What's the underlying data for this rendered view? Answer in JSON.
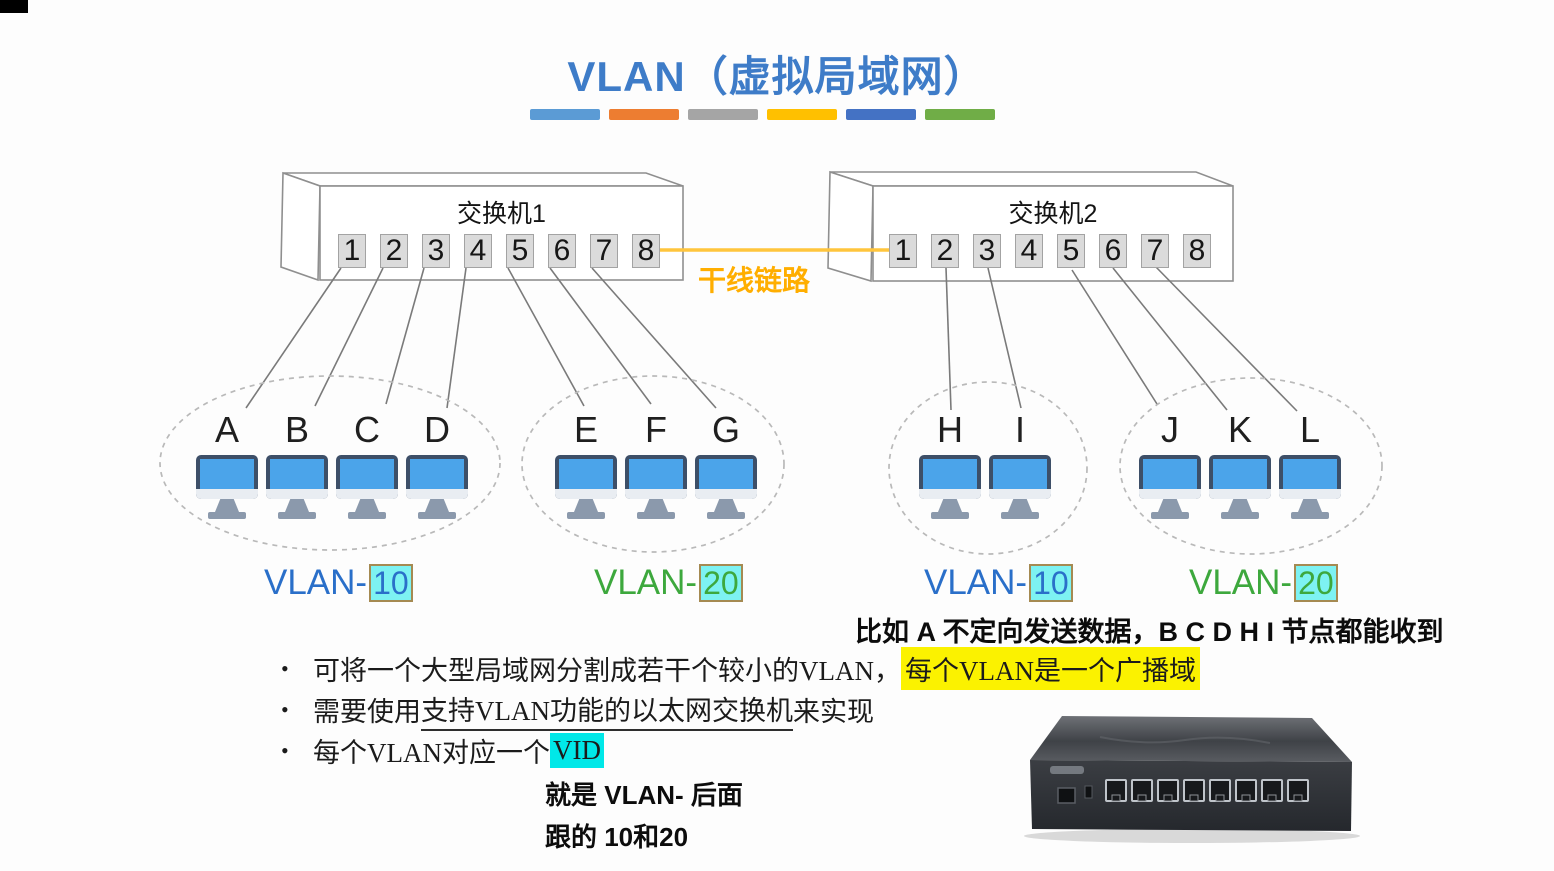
{
  "title": {
    "text": "VLAN（虚拟局域网）",
    "color": "#3E7CC8",
    "bars": [
      "#5B9BD5",
      "#ED7D31",
      "#A5A5A5",
      "#FFC000",
      "#4472C4",
      "#70AD47"
    ]
  },
  "switches": [
    {
      "name": "交换机1",
      "ports": [
        "1",
        "2",
        "3",
        "4",
        "5",
        "6",
        "7",
        "8"
      ]
    },
    {
      "name": "交换机2",
      "ports": [
        "1",
        "2",
        "3",
        "4",
        "5",
        "6",
        "7",
        "8"
      ]
    }
  ],
  "trunk": {
    "label": "干线链路",
    "label_color": "#FFAE00",
    "line_color": "#FFC53D"
  },
  "groups": [
    {
      "computers": [
        "A",
        "B",
        "C",
        "D"
      ],
      "vlan_prefix": "VLAN-",
      "vlan_id": "10",
      "color": "#2A6FC9"
    },
    {
      "computers": [
        "E",
        "F",
        "G"
      ],
      "vlan_prefix": "VLAN-",
      "vlan_id": "20",
      "color": "#3DA83D"
    },
    {
      "computers": [
        "H",
        "I"
      ],
      "vlan_prefix": "VLAN-",
      "vlan_id": "10",
      "color": "#2A6FC9"
    },
    {
      "computers": [
        "J",
        "K",
        "L"
      ],
      "vlan_prefix": "VLAN-",
      "vlan_id": "20",
      "color": "#3DA83D"
    }
  ],
  "vlan_id_box": {
    "background": "#7DF2F2",
    "border": "#A58A52"
  },
  "computer_colors": {
    "frame": "#3D4F68",
    "screen": "#4BA4EA",
    "chin": "#E9EDF2",
    "stand": "#8B99AC"
  },
  "bullet_marker": "•",
  "bullets": [
    {
      "plain": "可将一个大型局域网分割成若干个较小的VLAN，",
      "highlighted": "每个VLAN是一个广播域",
      "highlight_color": "#FBF200"
    },
    {
      "prefix": "需要使用",
      "underlined": "支持VLAN功能的以太网交换机",
      "suffix": "来实现"
    },
    {
      "prefix": "每个VLAN对应一个",
      "highlighted": "VID",
      "highlight_color": "#00E8E8"
    }
  ],
  "notes": {
    "broadcast_example": "比如 A 不定向发送数据，B C D H I 节点都能收到",
    "vid_line1": "就是 VLAN- 后面",
    "vid_line2": "跟的 10和20"
  }
}
